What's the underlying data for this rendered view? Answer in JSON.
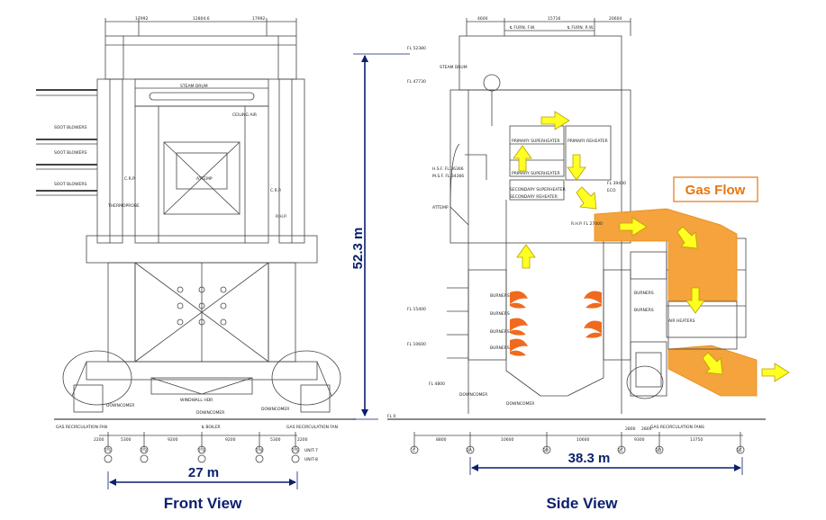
{
  "colors": {
    "dimension_blue": "#0b1f6e",
    "gas_flow_orange": "#f5a33c",
    "arrow_yellow": "#ffff22",
    "flame_orange": "#f06a1e",
    "line_gray": "#444444"
  },
  "labels": {
    "front_view": "Front View",
    "side_view": "Side View",
    "gas_flow": "Gas Flow"
  },
  "dimensions": {
    "height": "52.3 m",
    "front_width": "27 m",
    "side_width": "38.3 m"
  },
  "front_view": {
    "top_dims": [
      "17992",
      "12804.6",
      "17992"
    ],
    "labels": {
      "steam_drum": "STEAM DRUM",
      "ceiling_air": "CEILING AIR",
      "soot_blower_1": "SOOT BLOWERS",
      "soot_blower_2": "SOOT BLOWERS",
      "soot_blower_3": "SOOT BLOWERS",
      "crp_left": "C.R.P.",
      "crp_right": "C.R.P.",
      "thermoprobe": "THERMOPROBE",
      "rhp": "R.H.P.",
      "attemp": "ATTEMP",
      "downcomer_left": "DOWNCOMER",
      "downcomer_center": "DOWNCOMER",
      "downcomer_right": "DOWNCOMER",
      "windbox_header": "WINDWALL HDR",
      "center_boiler": "℄ BOILER",
      "gas_recirc_left": "GAS RECIRCULATION FAN",
      "gas_recirc_right": "GAS RECIRCULATION FAN",
      "unit7": "UNIT-7",
      "unit8": "UNIT-8"
    },
    "bottom_dims": [
      "2200",
      "5300",
      "9200",
      "9200",
      "5300",
      "2200"
    ],
    "column_marks": [
      "7-1",
      "7-2",
      "7-3",
      "7-4",
      "7-5"
    ]
  },
  "side_view": {
    "top_dims": [
      "4600",
      "15716",
      "20604"
    ],
    "furnace_labels": [
      "℄ FURN. F.W.",
      "℄ FURN. R.W."
    ],
    "elevations": [
      "FL 52380",
      "FL 47730",
      "FL 15400",
      "FL 10600",
      "FL 4800",
      "FL 0"
    ],
    "labels": {
      "steam_drum": "STEAM DRUM",
      "primary_sh_1": "PRIMARY SUPERHEATER",
      "primary_sh_2": "PRIMARY SUPERHEATER",
      "primary_rh": "PRIMARY REHEATER",
      "secondary_sh": "SECONDARY SUPERHEATER",
      "secondary_rh": "SECONDARY REHEATER",
      "hsf": "H.S.F. FL 36366",
      "msf": "M.S.F. FL 34366",
      "attemp": "ATTEMP",
      "rhp": "R.H.P. FL 27400",
      "burners": [
        "BURNERS",
        "BURNERS",
        "BURNERS",
        "BURNERS"
      ],
      "burners_rear": [
        "BURNERS",
        "BURNERS"
      ],
      "air_heaters": "AIR HEATERS",
      "downcomer_1": "DOWNCOMER",
      "downcomer_2": "DOWNCOMER",
      "gas_recirc": "GAS RECIRCULATION FANS",
      "eco": "ECO",
      "fl_right": "FL 39400"
    },
    "bottom_dims": [
      "8800",
      "10600",
      "10600",
      "9300",
      "2800",
      "2800",
      "13750"
    ],
    "column_marks": [
      "C",
      "3A",
      "3B",
      "3C",
      "3D",
      "3E"
    ]
  }
}
